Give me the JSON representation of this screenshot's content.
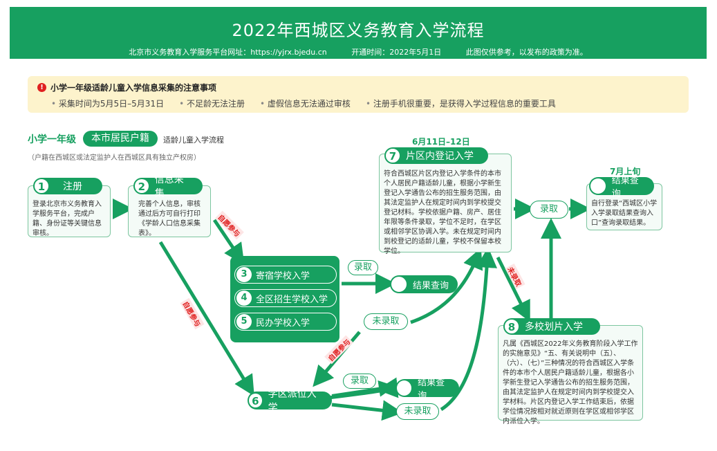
{
  "header": {
    "title": "2022年西城区义务教育入学流程",
    "website": "北京市义务教育入学服务平台网址：https://yjrx.bjedu.cn",
    "open_time": "开通时间：2022年5月1日",
    "disclaimer": "此图仅供参考，以发布的政策为准。"
  },
  "notice": {
    "title": "小学一年级适龄儿童入学信息采集的注意事项",
    "items": [
      "采集时间为5月5日–5月31日",
      "不足龄无法注册",
      "虚假信息无法通过审核",
      "注册手机很重要，是获得入学过程信息的重要工具"
    ]
  },
  "section": {
    "grade": "小学一年级",
    "category": "本市居民户籍",
    "flow": "适龄儿童入学流程",
    "note": "（户籍在西城区或法定监护人在西城区具有独立产权房）"
  },
  "steps": {
    "s1": {
      "num": "1",
      "title": "注册",
      "desc": "登录北京市义务教育入学服务平台，完成户籍、身份证等关键信息审核。"
    },
    "s2": {
      "num": "2",
      "title": "信息采集",
      "desc": "完善个人信息，审核通过后方可自行打印《学龄人口信息采集表》。"
    },
    "s3": {
      "num": "3",
      "title": "寄宿学校入学"
    },
    "s4": {
      "num": "4",
      "title": "全区招生学校入学"
    },
    "s5": {
      "num": "5",
      "title": "民办学校入学"
    },
    "s6": {
      "num": "6",
      "title": "学区派位入学"
    },
    "s7": {
      "num": "7",
      "date": "6月11日–12日",
      "title": "片区内登记入学",
      "desc": "符合西城区片区内登记入学条件的本市个人居民户籍适龄儿童，根据小学新生登记入学通告公布的招生服务范围，由其法定监护人在规定时间内到学校提交登记材料。学校依据户籍、房产、居住年限等条件录取，学位不足时，在学区或相邻学区协调入学。未在规定时间内到校登记的适龄儿童，学校不保留本校学位。"
    },
    "s8": {
      "num": "8",
      "title": "多校划片入学",
      "desc": "凡属《西城区2022年义务教育阶段入学工作的实施意见》“五、有关说明中（五）、（六）、（七）”三种情况的符合西城区入学条件的本市个人居民户籍适龄儿童，根据各小学新生登记入学通告公布的招生服务范围，由其法定监护人在规定时间内到学校提交入学材料。片区内登记入学工作结束后，依据学位情况按相对就近原则在学区或相邻学区内派位入学。"
    },
    "final": {
      "date": "7月上旬",
      "title": "结果查询",
      "desc": "自行登录“西城区小学入学录取结果查询入口”查询录取结果。"
    }
  },
  "labels": {
    "admitted": "录取",
    "not_admitted": "未录取",
    "result_query": "结果查询",
    "voluntary": "自愿参与"
  },
  "colors": {
    "brand": "#17a060",
    "notice_bg": "#fdf3cc",
    "warn": "#e02020"
  }
}
